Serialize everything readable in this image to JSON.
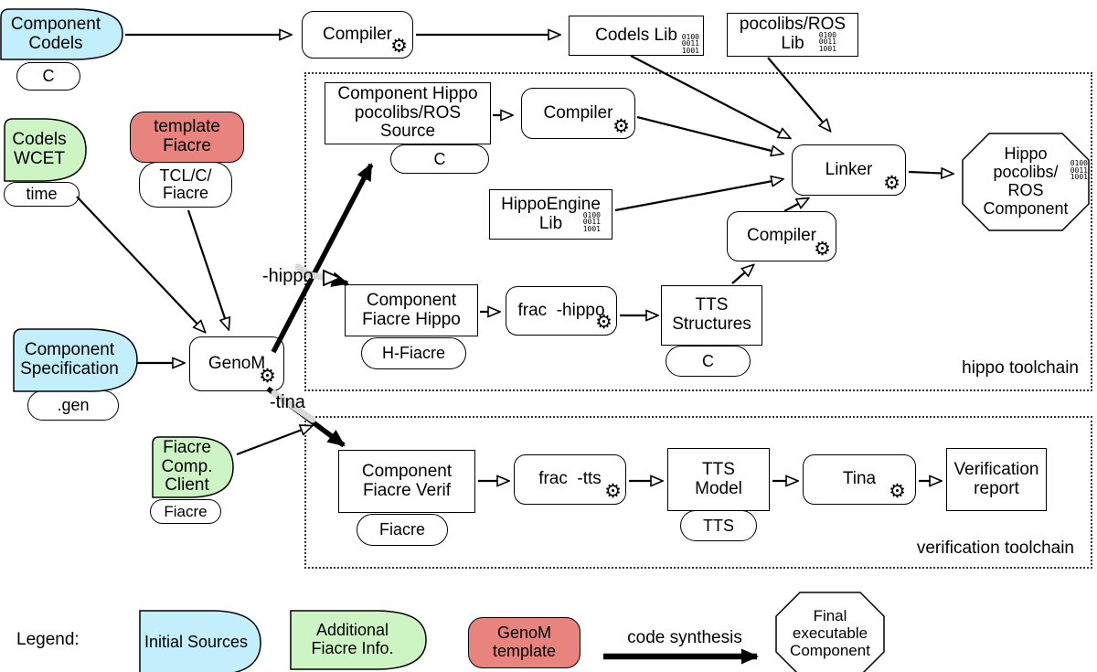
{
  "colors": {
    "source_cyan": "#c3eefb",
    "fiacre_green": "#cdf4c3",
    "template_red": "#e8837e",
    "line": "#000000",
    "gray_highlight": "#d9d9d9"
  },
  "icons": {
    "gear_glyph": "⚙",
    "binary_label": "0100\n0011\n1001"
  },
  "flags": {
    "hippo": "-hippo",
    "tina": "-tina"
  },
  "regions": {
    "hippo_toolchain": "hippo toolchain",
    "verification_toolchain": "verification toolchain"
  },
  "nodes": {
    "component_codels": {
      "label": "Component\nCodels",
      "tag": "C"
    },
    "compiler1": {
      "label": "Compiler"
    },
    "codels_lib": {
      "label": "Codels Lib"
    },
    "pocolibs_lib": {
      "label": "pocolibs/ROS\nLib"
    },
    "hippo_source": {
      "label": "Component Hippo\npocolibs/ROS\nSource",
      "tag": "C"
    },
    "compiler2": {
      "label": "Compiler"
    },
    "hippoengine_lib": {
      "label": "HippoEngine\nLib"
    },
    "linker": {
      "label": "Linker"
    },
    "hippo_component": {
      "label": "Hippo\npocolibs/\nROS\nComponent"
    },
    "codels_wcet": {
      "label": "Codels\nWCET",
      "tag": "time"
    },
    "template_fiacre": {
      "label": "template\nFiacre",
      "tag": "TCL/C/\nFiacre"
    },
    "component_spec": {
      "label": "Component\nSpecification",
      "tag": ".gen"
    },
    "genom": {
      "label": "GenoM"
    },
    "fiacre_hippo": {
      "label": "Component\nFiacre Hippo",
      "tag": "H-Fiacre"
    },
    "frac_hippo": {
      "label": "frac  -hippo"
    },
    "tts_structures": {
      "label": "TTS\nStructures",
      "tag": "C"
    },
    "compiler3": {
      "label": "Compiler"
    },
    "fiacre_client": {
      "label": "Fiacre\nComp.\nClient",
      "tag": "Fiacre"
    },
    "fiacre_verif": {
      "label": "Component\nFiacre Verif",
      "tag": "Fiacre"
    },
    "frac_tts": {
      "label": "frac  -tts"
    },
    "tts_model": {
      "label": "TTS\nModel",
      "tag": "TTS"
    },
    "tina": {
      "label": "Tina"
    },
    "verification_report": {
      "label": "Verification\nreport"
    }
  },
  "legend": {
    "title": "Legend:",
    "initial_sources": "Initial Sources",
    "additional_fiacre": "Additional\nFiacre Info.",
    "genom_template": "GenoM\ntemplate",
    "code_synthesis": "code synthesis",
    "final_component": "Final\nexecutable\nComponent"
  }
}
